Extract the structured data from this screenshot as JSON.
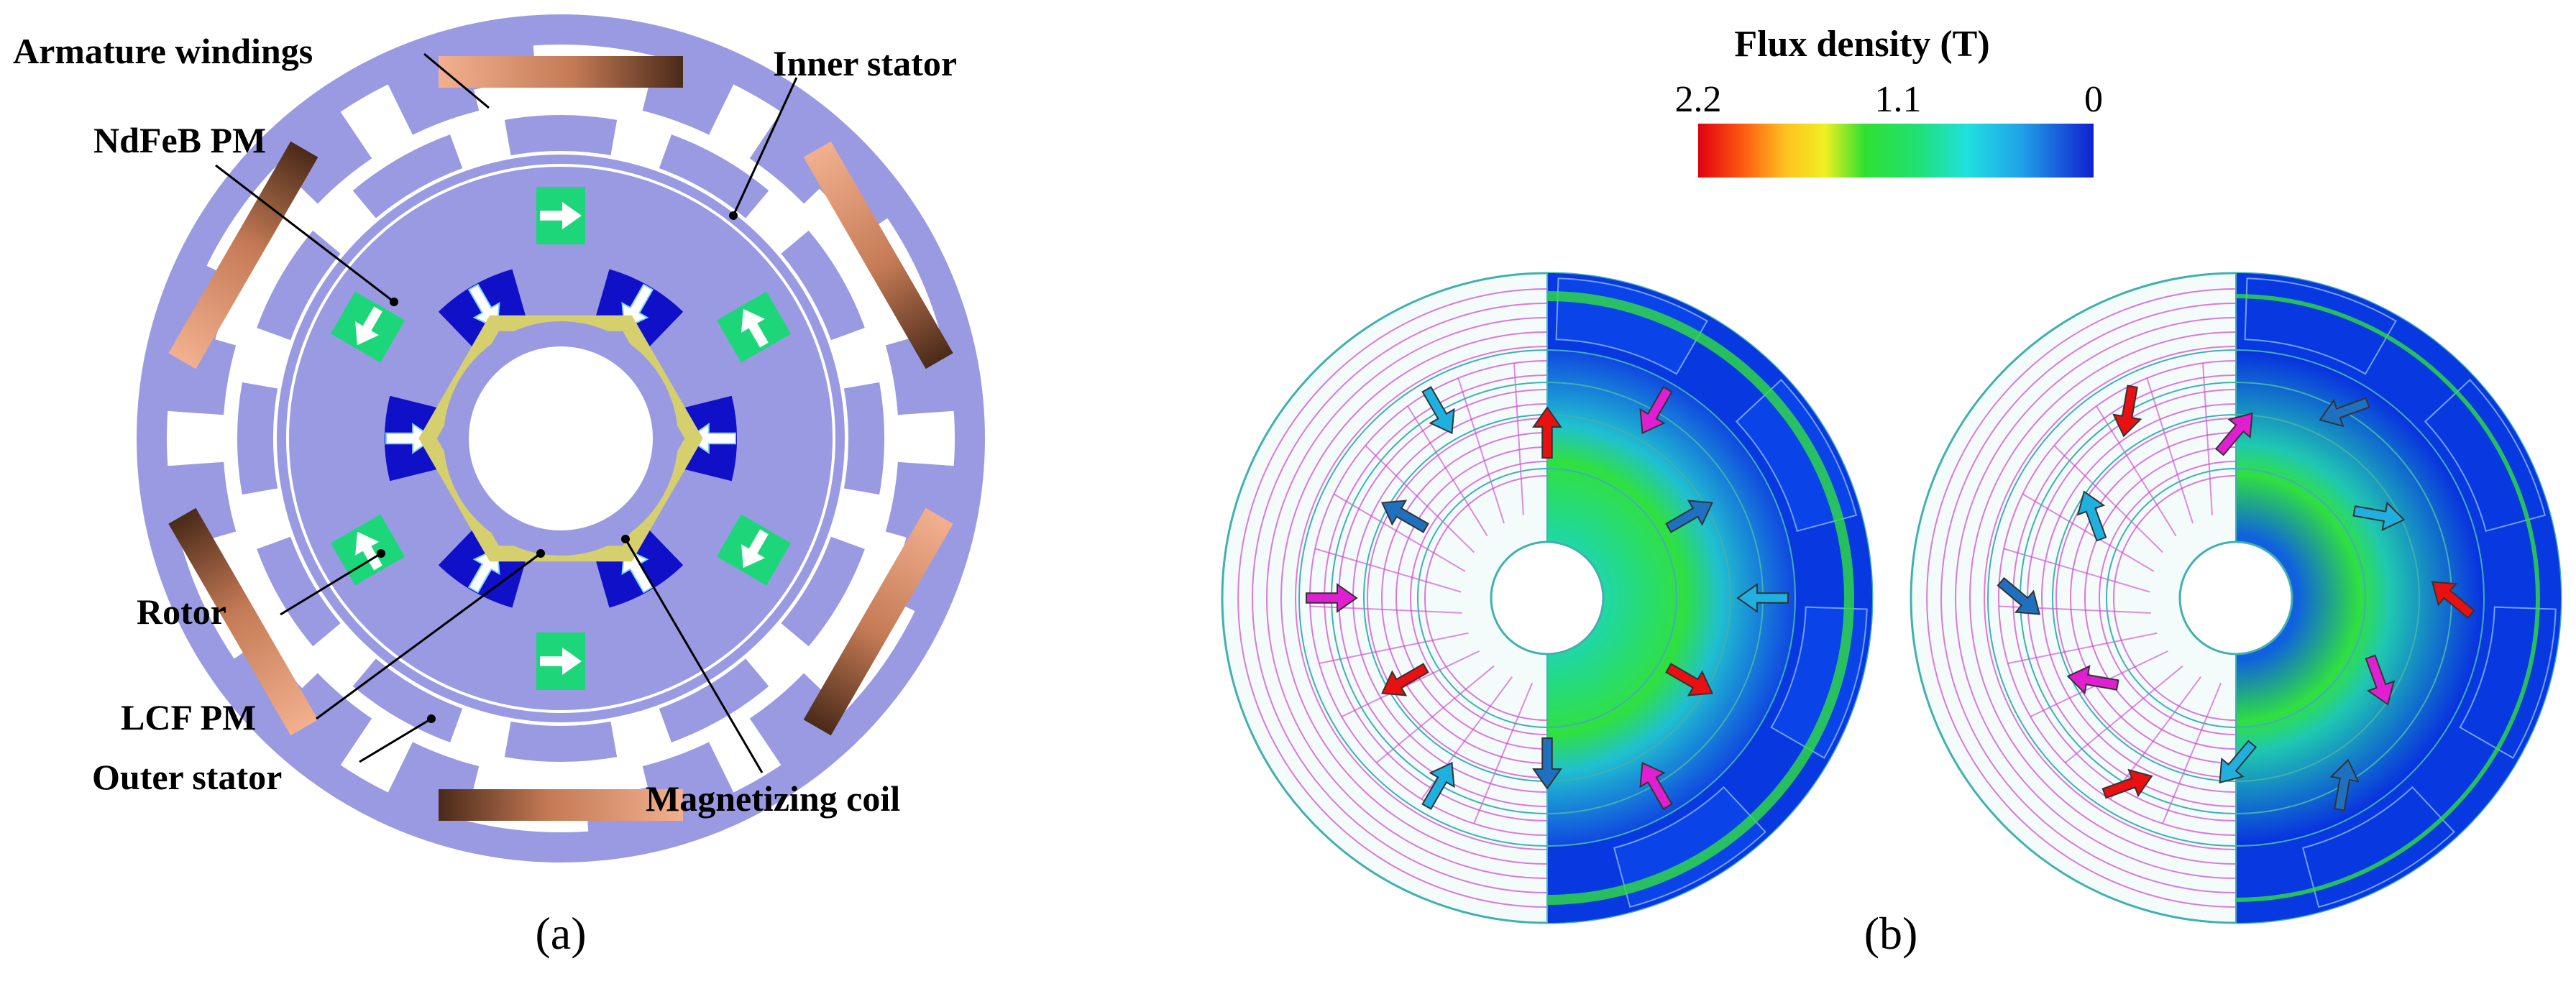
{
  "panel_a": {
    "caption": "(a)",
    "labels": {
      "armature_windings": "Armature windings",
      "inner_stator": "Inner stator",
      "ndfeb_pm": "NdFeB PM",
      "rotor": "Rotor",
      "lcf_pm": "LCF PM",
      "outer_stator": "Outer stator",
      "magnetizing_coil": "Magnetizing coil"
    },
    "colors": {
      "steel": "#9a9ae2",
      "winding_light": "#f2b08e",
      "winding_dark": "#4a2a18",
      "ndfeb": "#1ed67a",
      "lcf": "#1010c8",
      "coil": "#d6cf6e"
    }
  },
  "panel_b": {
    "caption": "(b)",
    "legend": {
      "title": "Flux density (T)",
      "tick_max": "2.2",
      "tick_mid": "1.1",
      "tick_min": "0"
    },
    "colors": {
      "flux_low": "#1030e0",
      "flux_mid": "#20e040",
      "flux_high": "#e01010",
      "field_lines": "#d040d0",
      "outline": "#40b0b0",
      "arrow_red": "#e81010",
      "arrow_magenta": "#e020d0",
      "arrow_blue": "#2070c0",
      "arrow_cyan": "#20b0e0"
    }
  }
}
